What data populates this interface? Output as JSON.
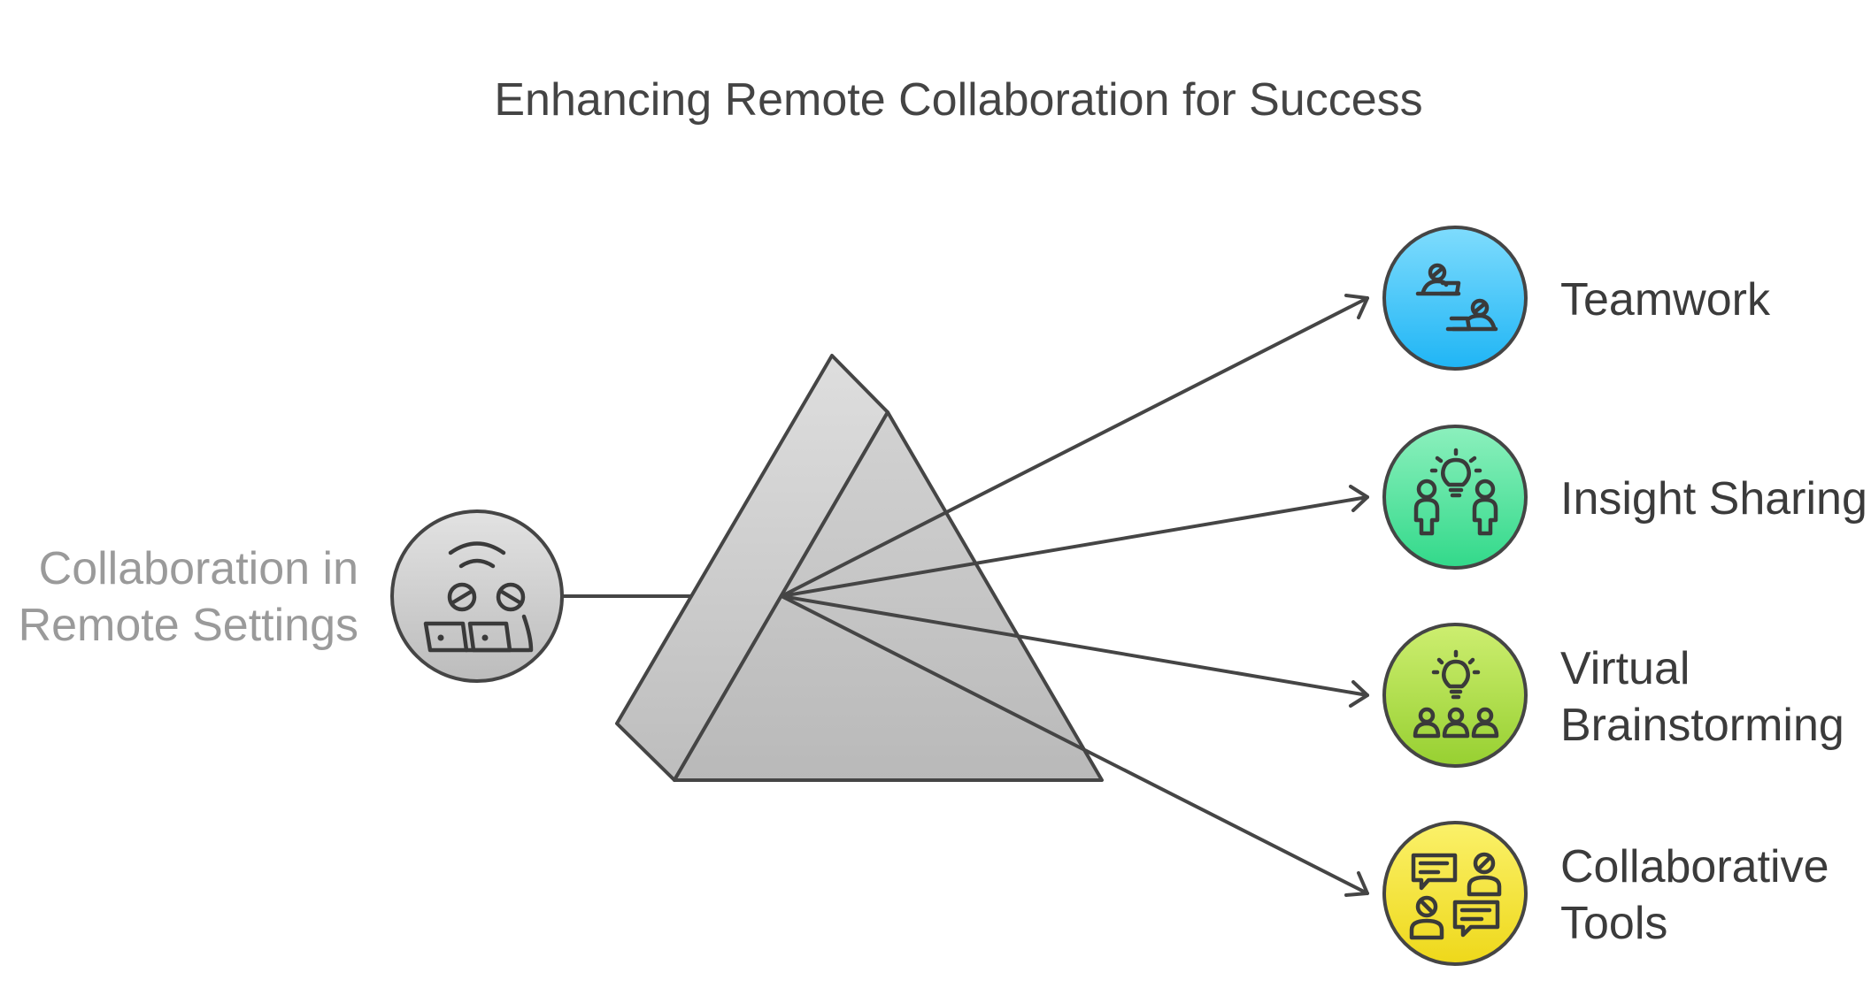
{
  "title": "Enhancing Remote Collaboration for Success",
  "source": {
    "label_line1": "Collaboration in",
    "label_line2": "Remote Settings",
    "icon": "remote-collaboration-icon",
    "color": "#cccccc"
  },
  "outputs": [
    {
      "label_line1": "Teamwork",
      "label_line2": "",
      "icon": "teamwork-icon",
      "color": "#2fbdf7"
    },
    {
      "label_line1": "Insight Sharing",
      "label_line2": "",
      "icon": "insight-sharing-icon",
      "color": "#3fdc92"
    },
    {
      "label_line1": "Virtual",
      "label_line2": "Brainstorming",
      "icon": "virtual-brainstorming-icon",
      "color": "#a6d93e"
    },
    {
      "label_line1": "Collaborative",
      "label_line2": "Tools",
      "icon": "collaborative-tools-icon",
      "color": "#f3e020"
    }
  ]
}
